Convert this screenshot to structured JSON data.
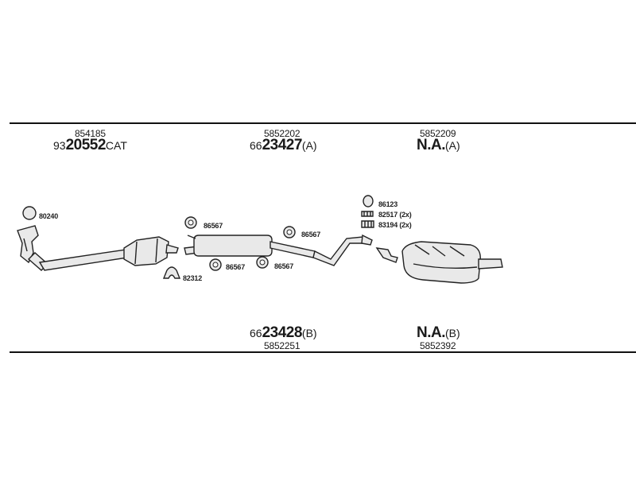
{
  "columns": [
    {
      "top_number": "854185",
      "ref_prefix": "93",
      "ref_bold": "20552",
      "ref_suffix": "CAT"
    },
    {
      "top_number": "5852202",
      "ref_prefix": "66",
      "ref_bold": "23427",
      "ref_suffix": "(A)",
      "bottom_ref_prefix": "66",
      "bottom_ref_bold": "23428",
      "bottom_ref_suffix": "(B)",
      "bottom_number": "5852251"
    },
    {
      "top_number": "5852209",
      "ref_bold": "N.A.",
      "ref_suffix": "(A)",
      "bottom_ref_bold": "N.A.",
      "bottom_ref_suffix": "(B)",
      "bottom_number": "5852392"
    }
  ],
  "parts": {
    "gasket": "80240",
    "clamp": "82312",
    "hanger_top_left": "86567",
    "hanger_top_right": "86567",
    "hanger_bottom_left": "86567",
    "hanger_bottom_right": "86567",
    "ring": "86123",
    "bolt": "82517 (2x)",
    "spring": "83194 (2x)"
  }
}
